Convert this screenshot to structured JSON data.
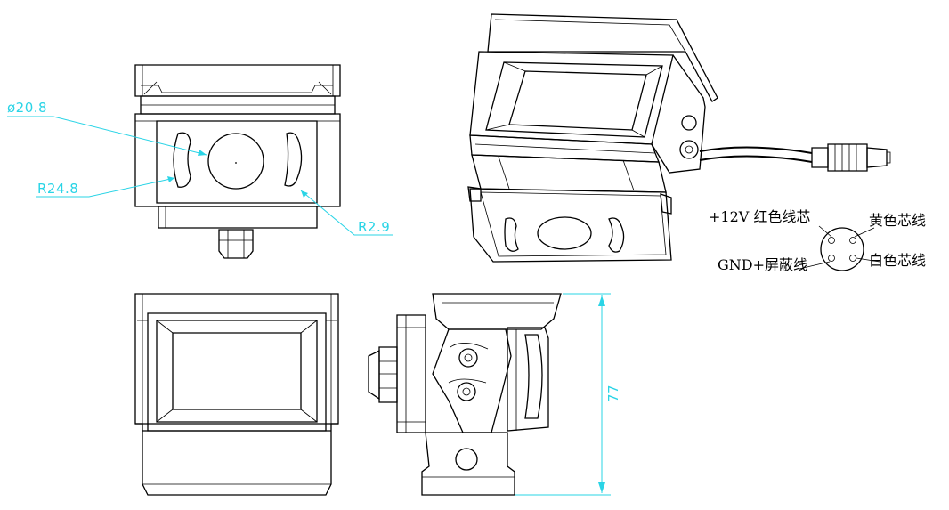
{
  "dimensions": {
    "diameter_label": "ø20.8",
    "radius_outer_label": "R24.8",
    "radius_slot_label": "R2.9",
    "height_label": "77"
  },
  "wiring": {
    "pin_12v": "+12V 红色线芯",
    "pin_gnd": "GND+屏蔽线",
    "pin_yellow": "黄色芯线",
    "pin_white": "白色芯线"
  },
  "colors": {
    "dimension_line": "#2ad4e6",
    "drawing_line": "#000000",
    "background": "#ffffff"
  }
}
